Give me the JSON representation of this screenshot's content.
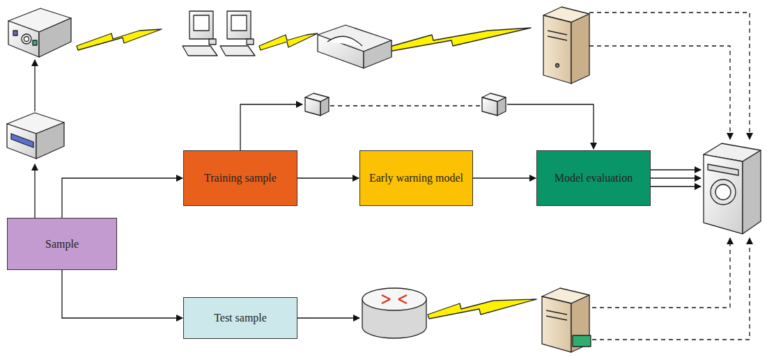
{
  "diagram": {
    "nodes": [
      {
        "text": [
          "Sample"
        ]
      },
      {
        "text": [
          "Training sample"
        ]
      },
      {
        "text": [
          "Early warning model"
        ]
      },
      {
        "text": [
          "Model evaluation"
        ]
      },
      {
        "text": [
          "Test sample"
        ]
      }
    ],
    "edges": [
      {
        "from": 0,
        "to": 1,
        "arrow": "to"
      },
      {
        "from": 0,
        "to": 4,
        "arrow": "to"
      },
      {
        "from": 1,
        "to": 2,
        "arrow": "to"
      },
      {
        "from": 2,
        "to": 3,
        "arrow": "to"
      }
    ]
  }
}
